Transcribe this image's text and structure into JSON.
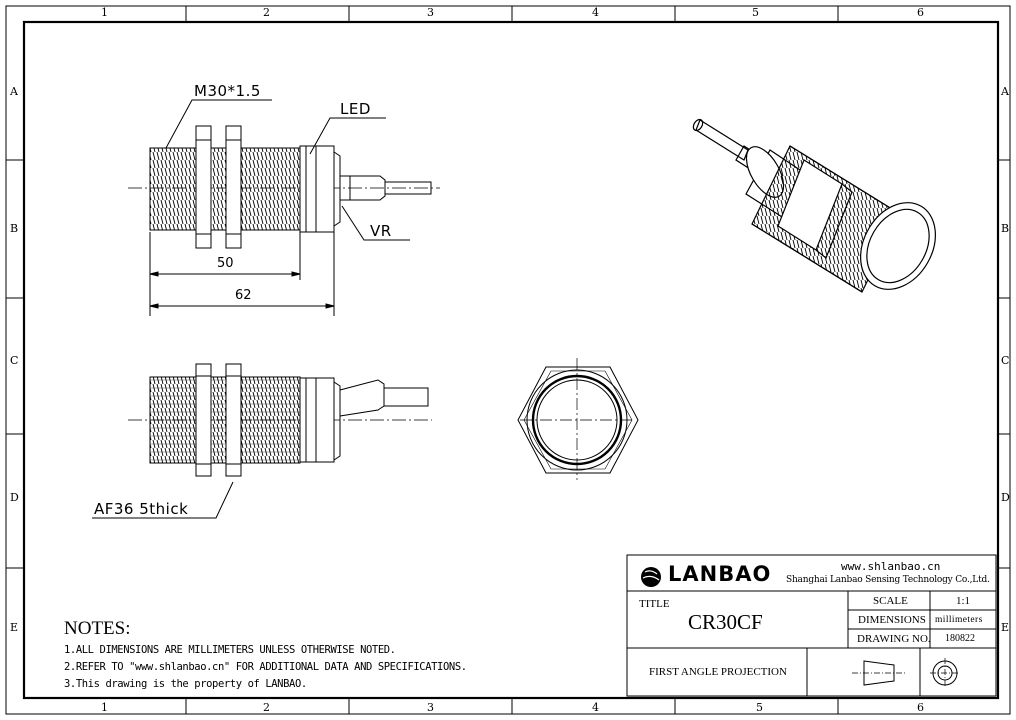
{
  "border": {
    "columns": [
      "1",
      "2",
      "3",
      "4",
      "5",
      "6"
    ],
    "rows": [
      "A",
      "B",
      "C",
      "D",
      "E"
    ]
  },
  "views": {
    "side_top": {
      "thread_label": "M30*1.5",
      "led_label": "LED",
      "vr_label": "VR",
      "dim_50": "50",
      "dim_62": "62"
    },
    "side_bottom": {
      "af_label": "AF36 5thick"
    }
  },
  "notes": {
    "title": "NOTES:",
    "items": [
      "1.ALL DIMENSIONS ARE MILLIMETERS UNLESS OTHERWISE NOTED.",
      "2.REFER TO \"www.shlanbao.cn\" FOR ADDITIONAL DATA AND SPECIFICATIONS.",
      "3.This drawing is the property of LANBAO."
    ]
  },
  "title_block": {
    "logo_text": "LANBAO",
    "website": "www.shlanbao.cn",
    "company": "Shanghai Lanbao Sensing Technology Co.,Ltd.",
    "title_label": "TITLE",
    "title_value": "CR30CF",
    "scale_label": "SCALE",
    "scale_value": "1:1",
    "dimensions_label": "DIMENSIONS",
    "dimensions_value": "millimeters",
    "drawing_no_label": "DRAWING NO.",
    "drawing_no_value": "180822",
    "projection": "FIRST ANGLE PROJECTION"
  }
}
